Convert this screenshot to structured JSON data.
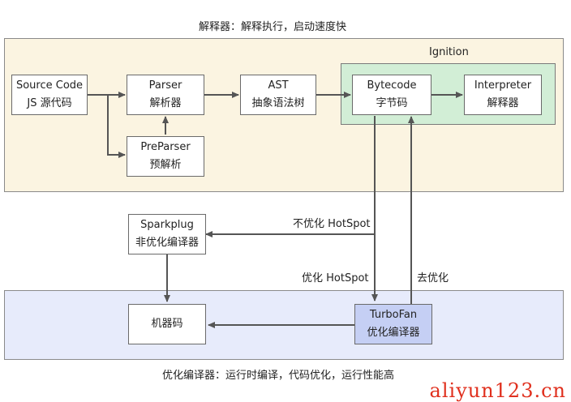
{
  "top_caption": "解释器：解释执行，启动速度快",
  "bottom_caption": "优化编译器：运行时编译，代码优化，运行性能高",
  "ignition_label": "Ignition",
  "nodes": {
    "source": {
      "line1": "Source Code",
      "line2": "JS 源代码"
    },
    "parser": {
      "line1": "Parser",
      "line2": "解析器"
    },
    "ast": {
      "line1": "AST",
      "line2": "抽象语法树"
    },
    "bytecode": {
      "line1": "Bytecode",
      "line2": "字节码"
    },
    "interpreter": {
      "line1": "Interpreter",
      "line2": "解释器"
    },
    "preparser": {
      "line1": "PreParser",
      "line2": "预解析"
    },
    "sparkplug": {
      "line1": "Sparkplug",
      "line2": "非优化编译器"
    },
    "machine": {
      "line1": "机器码"
    },
    "turbofan": {
      "line1": "TurboFan",
      "line2": "优化编译器"
    }
  },
  "edge_labels": {
    "not_optimized": "不优化 HotSpot",
    "optimized": "优化 HotSpot",
    "deoptimize": "去优化"
  },
  "colors": {
    "interpreter_panel": "#fbf4e1",
    "ignition_panel": "#d2eed6",
    "compiler_panel": "#e7ebfb",
    "turbofan_node": "#c5cff4",
    "watermark": "#e0301e"
  },
  "watermark": "aliyun123.cn"
}
